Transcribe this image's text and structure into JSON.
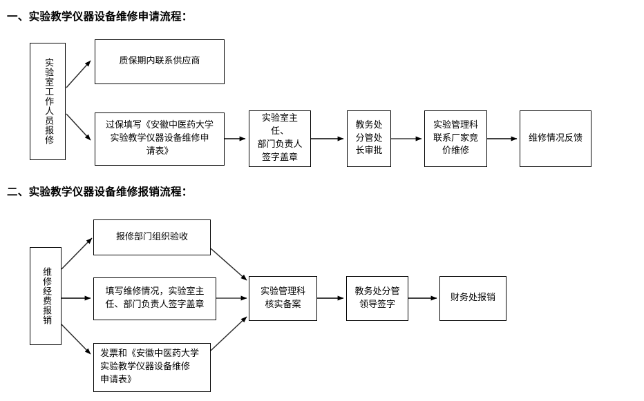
{
  "document": {
    "title": "实验教学仪器设备维修流程图",
    "background_color": "#ffffff",
    "line_color": "#000000"
  },
  "sections": [
    {
      "id": "section-1",
      "heading": "一、实验教学仪器设备维修申请流程：",
      "nodes": [
        {
          "id": "s1-n1",
          "text": "实验室工作人员报修",
          "orientation": "vertical",
          "align": "center"
        },
        {
          "id": "s1-n2",
          "text": "质保期内联系供应商",
          "orientation": "horizontal",
          "align": "center"
        },
        {
          "id": "s1-n3",
          "text": "过保填写《安徽中医药大学\n实验教学仪器设备维修申\n请表》",
          "orientation": "horizontal",
          "align": "center"
        },
        {
          "id": "s1-n4",
          "text": "实验室主任、\n部门负责人\n签字盖章",
          "orientation": "horizontal",
          "align": "center"
        },
        {
          "id": "s1-n5",
          "text": "教务处\n分管处\n长审批",
          "orientation": "horizontal",
          "align": "center"
        },
        {
          "id": "s1-n6",
          "text": "实验管理科\n联系厂家竞\n价维修",
          "orientation": "horizontal",
          "align": "center"
        },
        {
          "id": "s1-n7",
          "text": "维修情况反馈",
          "orientation": "horizontal",
          "align": "center"
        }
      ],
      "edges": [
        {
          "from": "s1-n1",
          "to": "s1-n2",
          "style": "diagonal-up"
        },
        {
          "from": "s1-n1",
          "to": "s1-n3",
          "style": "diagonal-down"
        },
        {
          "from": "s1-n3",
          "to": "s1-n4",
          "style": "straight"
        },
        {
          "from": "s1-n4",
          "to": "s1-n5",
          "style": "straight"
        },
        {
          "from": "s1-n5",
          "to": "s1-n6",
          "style": "straight"
        },
        {
          "from": "s1-n6",
          "to": "s1-n7",
          "style": "straight"
        }
      ]
    },
    {
      "id": "section-2",
      "heading": "二、实验教学仪器设备维修报销流程：",
      "nodes": [
        {
          "id": "s2-n1",
          "text": "维修经费报销",
          "orientation": "vertical",
          "align": "center"
        },
        {
          "id": "s2-n2",
          "text": "报修部门组织验收",
          "orientation": "horizontal",
          "align": "center"
        },
        {
          "id": "s2-n3",
          "text": "填写维修情况，实验室主\n任、部门负责人签字盖章",
          "orientation": "horizontal",
          "align": "center"
        },
        {
          "id": "s2-n4",
          "text": "发票和《安徽中医药大学\n实验教学仪器设备维修\n申请表》",
          "orientation": "horizontal",
          "align": "left"
        },
        {
          "id": "s2-n5",
          "text": "实验管理科\n核实备案",
          "orientation": "horizontal",
          "align": "center"
        },
        {
          "id": "s2-n6",
          "text": "教务处分管\n领导签字",
          "orientation": "horizontal",
          "align": "center"
        },
        {
          "id": "s2-n7",
          "text": "财务处报销",
          "orientation": "horizontal",
          "align": "center"
        }
      ],
      "edges": [
        {
          "from": "s2-n1",
          "to": "s2-n2",
          "style": "diagonal-up"
        },
        {
          "from": "s2-n1",
          "to": "s2-n3",
          "style": "straight"
        },
        {
          "from": "s2-n1",
          "to": "s2-n4",
          "style": "diagonal-down"
        },
        {
          "from": "s2-n2",
          "to": "s2-n5",
          "style": "diagonal-down"
        },
        {
          "from": "s2-n3",
          "to": "s2-n5",
          "style": "straight"
        },
        {
          "from": "s2-n4",
          "to": "s2-n5",
          "style": "diagonal-up"
        },
        {
          "from": "s2-n5",
          "to": "s2-n6",
          "style": "straight"
        },
        {
          "from": "s2-n6",
          "to": "s2-n7",
          "style": "straight"
        }
      ]
    }
  ]
}
